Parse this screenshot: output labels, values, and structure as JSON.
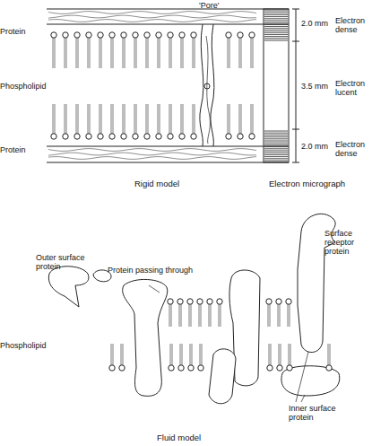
{
  "diagram": {
    "labels": [
      "'Pore'",
      "Protein",
      "Phospholipid",
      "Protein",
      "2.0 mm",
      "Electron dense",
      "3.5 mm",
      "Electron lucent",
      "2.0 mm",
      "Electron dense",
      "Rigid model",
      "Electron micrograph",
      "Surface receptor protein",
      "Outer surface protein",
      "Protein passing through",
      "Phospholipid",
      "Inner surface protein",
      "Fluid model"
    ]
  }
}
